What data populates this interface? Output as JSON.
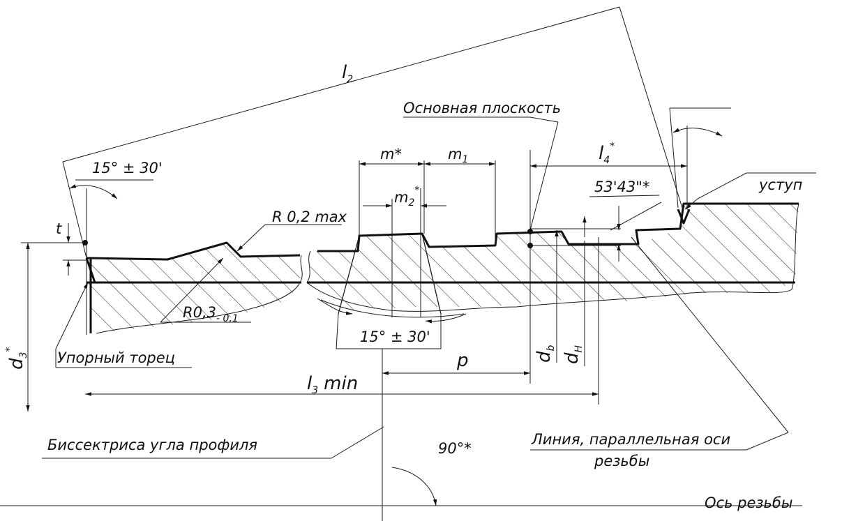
{
  "labels": {
    "l2": "l",
    "l2_sub": "2",
    "osnovnaya": "Основная плоскость",
    "angle_top": "15° ± 30'",
    "m_star": "m*",
    "m1": "m",
    "m1_sub": "1",
    "m2": "m",
    "m2_sub": "2",
    "m2_sup": "*",
    "l4": "l",
    "l4_sub": "4",
    "l4_sup": "*",
    "angle_small": "53'43\"*",
    "ustup": "уступ",
    "r02": "R 0,2 max",
    "t": "t",
    "r03": "R0,3",
    "r03_sub": "- 0,1",
    "angle_bottom": "15° ± 30'",
    "d3": "d",
    "d3_sub": "3",
    "d3_sup": "*",
    "upor": "Упорный торец",
    "p": "p",
    "db": "d",
    "db_sub": "b",
    "dh": "d",
    "dh_sub": "H",
    "l3": "l",
    "l3_sub": "3",
    "l3_min": "min",
    "bisect": "Биссектриса угла профиля",
    "angle90": "90°*",
    "parallel_1": "Линия, параллельная оси",
    "parallel_2": "резьбы",
    "axis": "Ось резьбы"
  }
}
